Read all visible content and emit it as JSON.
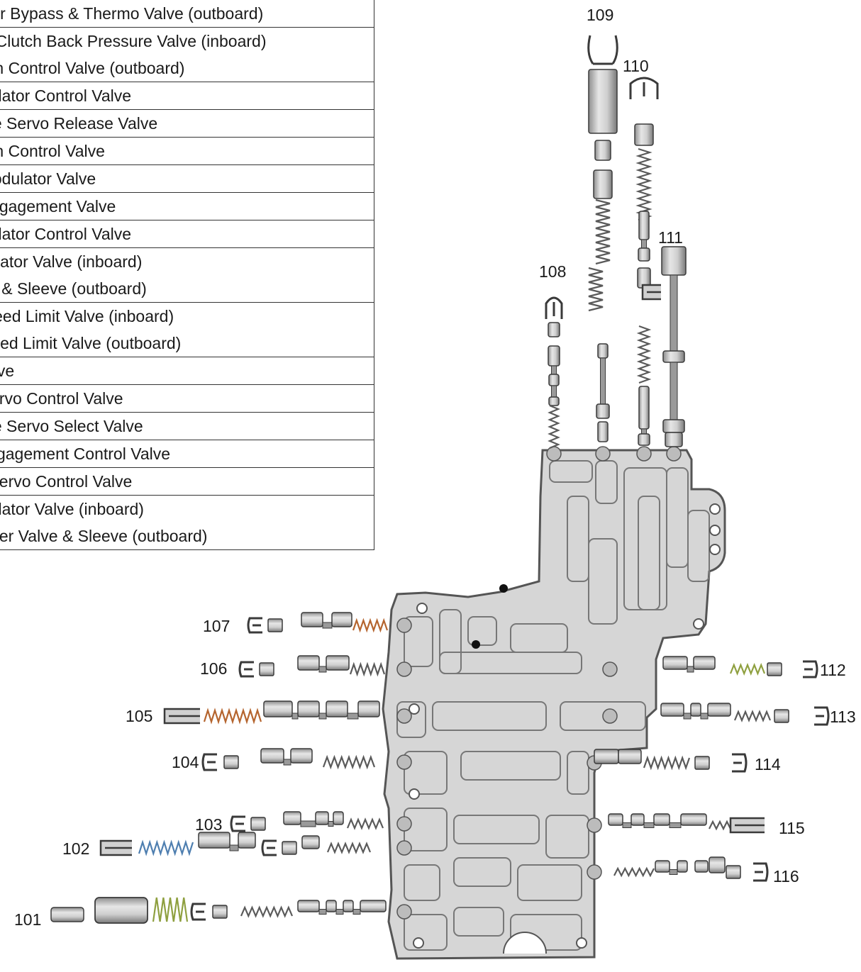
{
  "legend": {
    "rows": [
      {
        "lines": [
          "Cooler Bypass & Thermo Valve (outboard)"
        ]
      },
      {
        "lines": [
          "erter Clutch Back Pressure Valve (inboard)",
          "Clutch Control Valve (outboard)"
        ]
      },
      {
        "lines": [
          "Modulator Control Valve"
        ]
      },
      {
        "lines": [
          "ediate Servo Release Valve"
        ]
      },
      {
        "lines": [
          "Clutch Control Valve"
        ]
      },
      {
        "lines": [
          "se Modulator Valve"
        ]
      },
      {
        "lines": [
          "se Engagement Valve"
        ]
      },
      {
        "lines": [
          "Modulator Control Valve"
        ]
      },
      {
        "lines": [
          "Regulator Valve (inboard)",
          "Valve & Sleeve (outboard)"
        ]
      },
      {
        "lines": [
          "oid Feed Limit Valve (inboard)",
          "ter Feed Limit Valve (outboard)"
        ]
      },
      {
        "lines": [
          "al Valve"
        ]
      },
      {
        "lines": [
          "se Servo Control Valve"
        ]
      },
      {
        "lines": [
          "ediate Servo Select Valve"
        ]
      },
      {
        "lines": [
          "rd Engagement Control Valve"
        ]
      },
      {
        "lines": [
          "rive Servo Control Valve"
        ]
      },
      {
        "lines": [
          "Modulator Valve (inboard)",
          "Plunger Valve & Sleeve (outboard)"
        ]
      }
    ]
  },
  "callouts": {
    "c101": "101",
    "c102": "102",
    "c103": "103",
    "c104": "104",
    "c105": "105",
    "c106": "106",
    "c107": "107",
    "c108": "108",
    "c109": "109",
    "c110": "110",
    "c111": "111",
    "c112": "112",
    "c113": "113",
    "c114": "114",
    "c115": "115",
    "c116": "116"
  },
  "colors": {
    "body_fill": "#d6d6d6",
    "body_stroke": "#555555",
    "part_fill": "#bdbdbd",
    "part_stroke": "#3a3a3a",
    "spring_orange": "#b5652f",
    "spring_blue": "#4f7fb0",
    "spring_green": "#8fa040",
    "spring_gray": "#5a5a5a"
  }
}
